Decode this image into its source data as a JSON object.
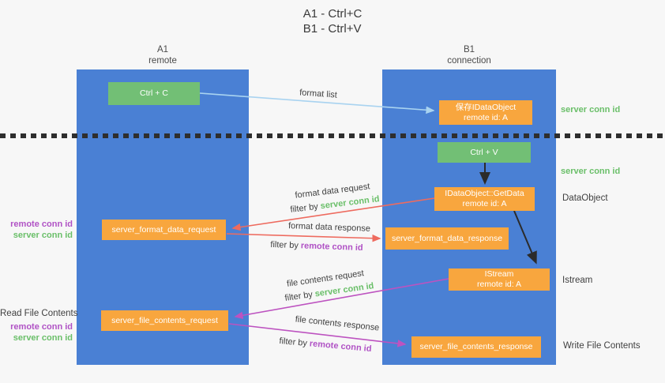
{
  "title": {
    "line1": "A1 - Ctrl+C",
    "line2": "B1 - Ctrl+V"
  },
  "columns": {
    "left": {
      "name": "A1",
      "subtitle": "remote"
    },
    "right": {
      "name": "B1",
      "subtitle": "connection"
    }
  },
  "nodes": {
    "ctrl_c": {
      "label": "Ctrl + C"
    },
    "save_idataobject": {
      "line1": "保存IDataObject",
      "line2": "remote id: A"
    },
    "ctrl_v": {
      "label": "Ctrl + V"
    },
    "getdata": {
      "line1": "IDataObject::GetData",
      "line2": "remote id: A"
    },
    "format_request": {
      "label": "server_format_data_request"
    },
    "format_response": {
      "label": "server_format_data_response"
    },
    "istream": {
      "line1": "IStream",
      "line2": "remote id: A"
    },
    "file_request": {
      "label": "server_file_contents_request"
    },
    "file_response": {
      "label": "server_file_contents_response"
    }
  },
  "arrow_labels": {
    "format_list": "format list",
    "format_data_request": "format data request",
    "format_data_response": "format data response",
    "file_contents_request": "file contents request",
    "file_contents_response": "file contents response",
    "filter_by": "filter by",
    "server_conn_id": "server conn id",
    "remote_conn_id": "remote conn id"
  },
  "side_labels": {
    "server_conn_id_top": "server conn id",
    "server_conn_id_mid": "server conn id",
    "dataobject": "DataObject",
    "istream": "Istream",
    "write_file_contents": "Write File Contents",
    "read_file_contents": "Read File Contents",
    "remote_conn_id_1": "remote conn id",
    "server_conn_id_1": "server conn id",
    "remote_conn_id_2": "remote conn id",
    "server_conn_id_2": "server conn id"
  },
  "colors": {
    "column_blue": "#4a80d4",
    "box_green": "#72bf75",
    "box_orange": "#f8a63e",
    "text_green": "#6abf69",
    "text_purple": "#b052c5",
    "arrow_red": "#ee6b5f",
    "arrow_magenta": "#bd53c0",
    "arrow_light_blue": "#a9d3f0",
    "arrow_black": "#2b2b2b",
    "background": "#f7f7f7"
  }
}
